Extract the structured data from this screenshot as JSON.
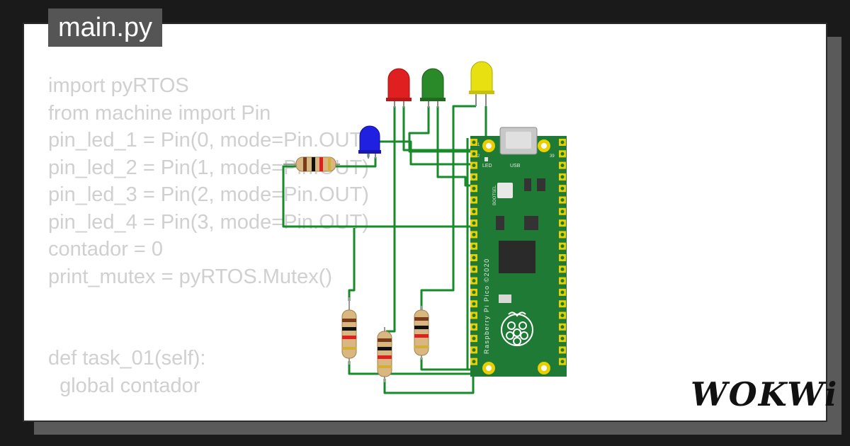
{
  "file_tab": {
    "label": "main.py"
  },
  "code_lines": [
    "import pyRTOS",
    "from machine import Pin",
    "pin_led_1 = Pin(0, mode=Pin.OUT)",
    "pin_led_2 = Pin(1, mode=Pin.OUT)",
    "pin_led_3 = Pin(2, mode=Pin.OUT)",
    "pin_led_4 = Pin(3, mode=Pin.OUT)",
    "contador = 0",
    "print_mutex = pyRTOS.Mutex()",
    "",
    "",
    "def task_01(self):",
    "  global contador"
  ],
  "board": {
    "silk_led": "LED",
    "silk_usb": "USB",
    "silk_bootsel": "BOOTSEL",
    "silk_name": "Raspberry Pi Pico ©2020",
    "pin_1": "1",
    "pin_2": "2",
    "pin_39": "39"
  },
  "logo": {
    "text": "WOKWi"
  },
  "colors": {
    "board_green": "#1e7a34",
    "wire_green": "#178a2a",
    "led_red": "#e02020",
    "led_green": "#2a8a2a",
    "led_yellow": "#e8e010",
    "led_blue": "#2020e0",
    "pad_gold": "#e8d000"
  }
}
